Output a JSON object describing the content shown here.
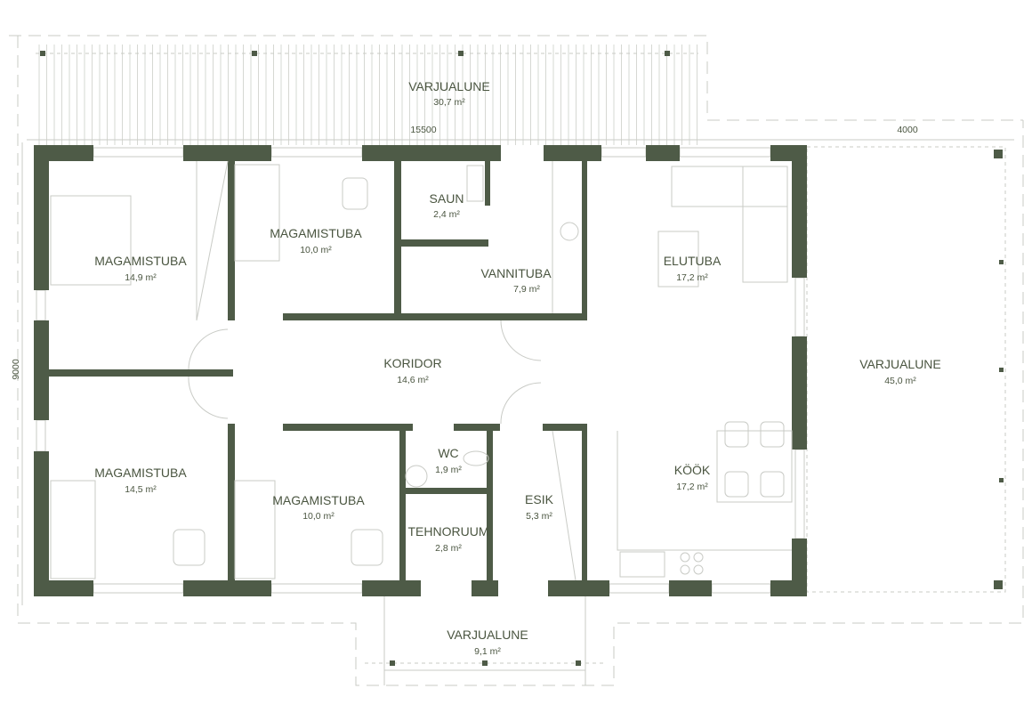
{
  "plan": {
    "wall_color": "#4e5b47",
    "text_color": "#4a5540",
    "dimensions": {
      "width_main": "15500",
      "width_terrace": "4000",
      "depth": "9000"
    },
    "rooms": [
      {
        "id": "varjualune-top",
        "name": "VARJUALUNE",
        "area": "30,7 m²"
      },
      {
        "id": "magamistuba-1",
        "name": "MAGAMISTUBA",
        "area": "14,9 m²"
      },
      {
        "id": "magamistuba-2",
        "name": "MAGAMISTUBA",
        "area": "10,0 m²"
      },
      {
        "id": "saun",
        "name": "SAUN",
        "area": "2,4 m²"
      },
      {
        "id": "vannituba",
        "name": "VANNITUBA",
        "area": "7,9 m²"
      },
      {
        "id": "elutuba",
        "name": "ELUTUBA",
        "area": "17,2 m²"
      },
      {
        "id": "koridor",
        "name": "KORIDOR",
        "area": "14,6 m²"
      },
      {
        "id": "varjualune-right",
        "name": "VARJUALUNE",
        "area": "45,0 m²"
      },
      {
        "id": "magamistuba-3",
        "name": "MAGAMISTUBA",
        "area": "14,5 m²"
      },
      {
        "id": "magamistuba-4",
        "name": "MAGAMISTUBA",
        "area": "10,0 m²"
      },
      {
        "id": "wc",
        "name": "WC",
        "area": "1,9 m²"
      },
      {
        "id": "tehnoruum",
        "name": "TEHNORUUM",
        "area": "2,8 m²"
      },
      {
        "id": "esik",
        "name": "ESIK",
        "area": "5,3 m²"
      },
      {
        "id": "kook",
        "name": "KÖÖK",
        "area": "17,2 m²"
      },
      {
        "id": "varjualune-bottom",
        "name": "VARJUALUNE",
        "area": "9,1 m²"
      }
    ]
  }
}
